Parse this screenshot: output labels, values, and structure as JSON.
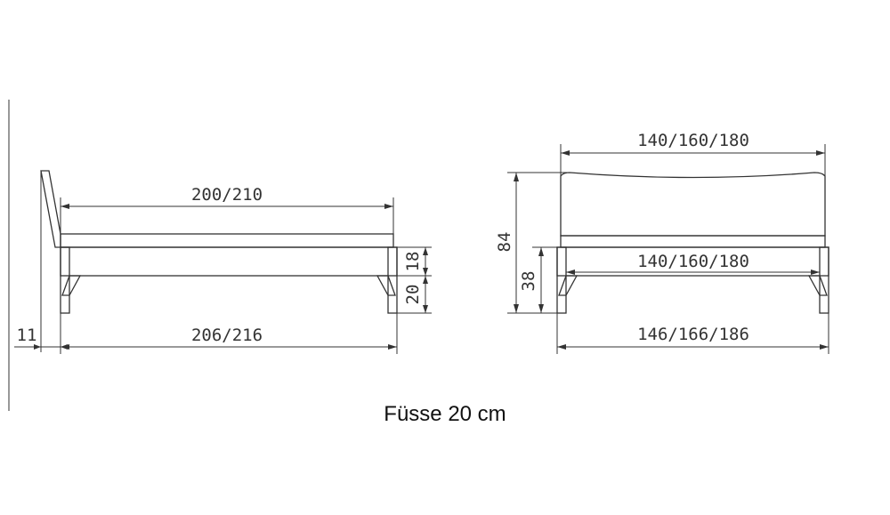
{
  "side_view": {
    "inner_length": "200/210",
    "outer_length": "206/216",
    "frame_height": "18",
    "leg_height": "20",
    "headboard_offset": "11"
  },
  "front_view": {
    "headboard_width": "140/160/180",
    "inner_width": "140/160/180",
    "outer_width": "146/166/186",
    "headboard_height": "84",
    "bed_height": "38"
  },
  "caption": "Füsse 20 cm"
}
